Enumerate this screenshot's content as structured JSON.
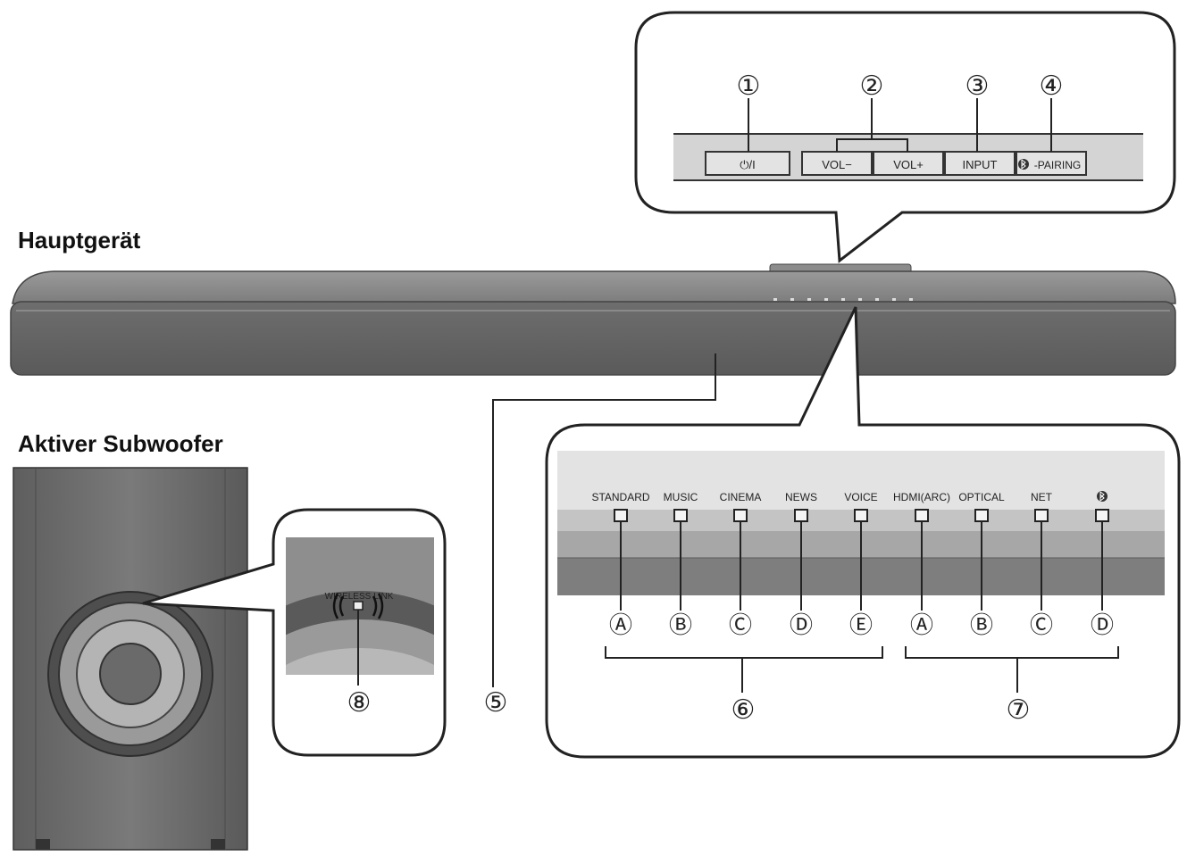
{
  "headings": {
    "main_unit": "Hauptgerät",
    "subwoofer": "Aktiver Subwoofer"
  },
  "callouts": {
    "c1": "①",
    "c2": "②",
    "c3": "③",
    "c4": "④",
    "c5": "⑤",
    "c6": "⑥",
    "c7": "⑦",
    "c8": "⑧"
  },
  "buttons": {
    "power": "⏻/I",
    "vol_minus": "VOL−",
    "vol_plus": "VOL+",
    "input": "INPUT",
    "pairing": "-PAIRING"
  },
  "indicators": [
    {
      "label": "STANDARD",
      "letter": "Ⓐ"
    },
    {
      "label": "MUSIC",
      "letter": "Ⓑ"
    },
    {
      "label": "CINEMA",
      "letter": "Ⓒ"
    },
    {
      "label": "NEWS",
      "letter": "Ⓓ"
    },
    {
      "label": "VOICE",
      "letter": "Ⓔ"
    },
    {
      "label": "HDMI(ARC)",
      "letter": "Ⓐ"
    },
    {
      "label": "OPTICAL",
      "letter": "Ⓑ"
    },
    {
      "label": "NET",
      "letter": "Ⓒ"
    },
    {
      "label": "",
      "letter": "Ⓓ"
    }
  ],
  "subwoofer_label": "WIRELESS LINK",
  "icons": {
    "bluetooth": "bluetooth-icon",
    "power": "power-icon"
  },
  "colors": {
    "body_dark": "#6b6b6b",
    "body_mid": "#8a8a8a",
    "panel_light": "#d6d6d6",
    "outline": "#222222"
  }
}
